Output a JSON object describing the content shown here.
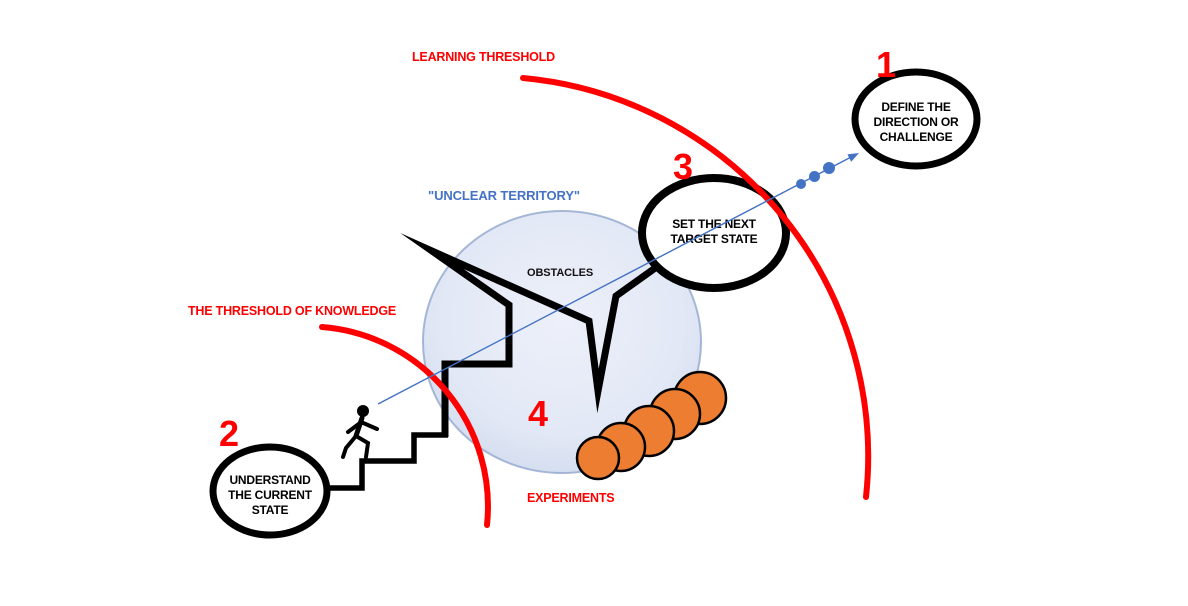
{
  "colors": {
    "red": "#FF0000",
    "blue": "#4472C4",
    "orange": "#ED7D31",
    "black": "#000000",
    "territory_fill": "#E3E9F6",
    "territory_edge": "#98ACD0"
  },
  "labels": {
    "learning_threshold": "LEARNING THRESHOLD",
    "threshold_of_knowledge": "THE THRESHOLD OF KNOWLEDGE",
    "unclear_territory": "\"UNCLEAR TERRITORY\"",
    "obstacles": "OBSTACLES",
    "experiments": "EXPERIMENTS"
  },
  "steps": {
    "one": {
      "number": "1",
      "lines": [
        "DEFINE THE",
        "DIRECTION OR",
        "CHALLENGE"
      ]
    },
    "two": {
      "number": "2",
      "lines": [
        "UNDERSTAND",
        "THE CURRENT",
        "STATE"
      ]
    },
    "three": {
      "number": "3",
      "lines": [
        "SET THE NEXT",
        "TARGET STATE"
      ]
    },
    "four": {
      "number": "4"
    }
  },
  "icons": {
    "walking_person": "stick-figure walking up stairs",
    "progress_dots": "three blue dots on direction line",
    "arrowhead": "blue arrowhead pointing to challenge circle"
  }
}
